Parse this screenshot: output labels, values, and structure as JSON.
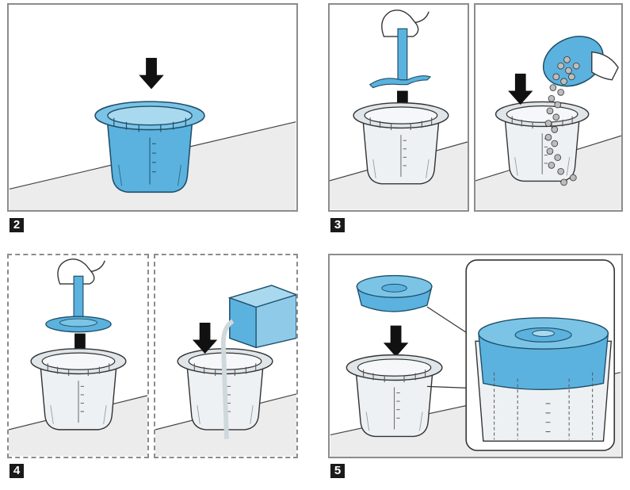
{
  "steps": {
    "s2": {
      "number": "2"
    },
    "s3": {
      "number": "3"
    },
    "s4": {
      "number": "4"
    },
    "s5": {
      "number": "5"
    }
  },
  "colors": {
    "border": "#8c8c8c",
    "accent_blue": "#5cb2de",
    "outline": "#333333",
    "bowl_grey": "#e8ecee",
    "arrow": "#111111",
    "step_badge": "#1a1a1a"
  },
  "icons": [
    "down-arrow-icon",
    "hand-icon",
    "blade-icon",
    "pellets-icon",
    "water-carton-icon",
    "disc-icon",
    "lid-icon"
  ]
}
